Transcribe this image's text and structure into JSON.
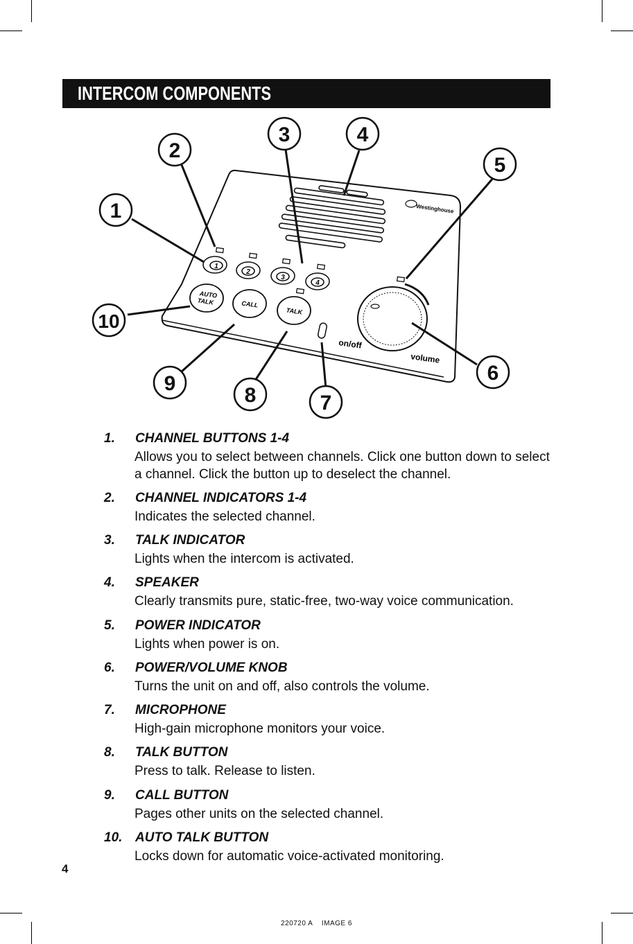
{
  "header": {
    "title": "INTERCOM COMPONENTS"
  },
  "figure": {
    "callouts": [
      "1",
      "2",
      "3",
      "4",
      "5",
      "6",
      "7",
      "8",
      "9",
      "10"
    ],
    "device_labels": {
      "brand": "Westinghouse",
      "channels": [
        "1",
        "2",
        "3",
        "4"
      ],
      "auto_talk_line1": "AUTO",
      "auto_talk_line2": "TALK",
      "call": "CALL",
      "talk": "TALK",
      "on_off": "on/off",
      "volume": "volume"
    }
  },
  "components": [
    {
      "num": "1.",
      "title": "CHANNEL BUTTONS 1-4",
      "desc": "Allows you to select between channels. Click one button down to select a channel. Click the button up to deselect the channel."
    },
    {
      "num": "2.",
      "title": "CHANNEL INDICATORS 1-4",
      "desc": "Indicates the selected channel."
    },
    {
      "num": "3.",
      "title": "TALK INDICATOR",
      "desc": "Lights when the intercom is activated."
    },
    {
      "num": "4.",
      "title": "SPEAKER",
      "desc": "Clearly transmits pure, static-free, two-way voice communication."
    },
    {
      "num": "5.",
      "title": "POWER INDICATOR",
      "desc": "Lights when power is on."
    },
    {
      "num": "6.",
      "title": "POWER/VOLUME KNOB",
      "desc": "Turns the unit on and off, also controls the volume."
    },
    {
      "num": "7.",
      "title": "MICROPHONE",
      "desc": "High-gain microphone monitors your voice."
    },
    {
      "num": "8.",
      "title": "TALK BUTTON",
      "desc": "Press to talk. Release to listen."
    },
    {
      "num": "9.",
      "title": "CALL BUTTON",
      "desc": "Pages other units on the selected channel."
    },
    {
      "num": "10.",
      "title": "AUTO TALK BUTTON",
      "desc": "Locks down for automatic voice-activated monitoring."
    }
  ],
  "page_number": "4",
  "footer_code": "220720 A    IMAGE 6"
}
